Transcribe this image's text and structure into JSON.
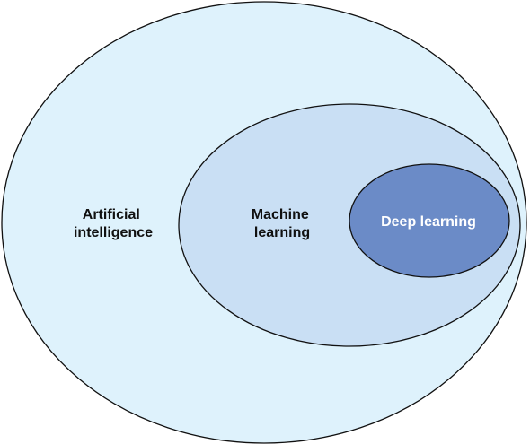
{
  "diagram": {
    "outer": {
      "label_line1": "Artificial",
      "label_line2": "intelligence",
      "fill": "#def2fc",
      "stroke": "#111111",
      "text_color": "#111111"
    },
    "middle": {
      "label_line1": "Machine",
      "label_line2": "learning",
      "fill": "#c9dff4",
      "stroke": "#111111",
      "text_color": "#111111"
    },
    "inner": {
      "label": "Deep learning",
      "fill": "#6b8bc7",
      "stroke": "#111111",
      "text_color": "#ffffff"
    }
  }
}
